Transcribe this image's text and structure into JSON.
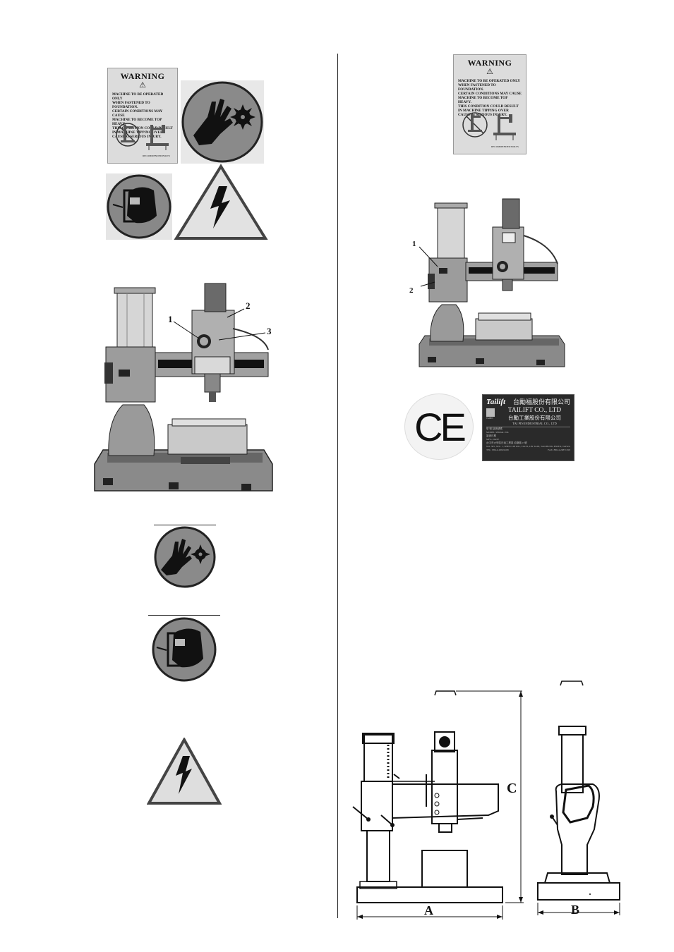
{
  "warning_label": {
    "title": "WARNING",
    "symbol": "⚠",
    "lines": [
      "MACHINE TO BE OPERATED ONLY",
      "WHEN FASTENED TO FOUNDATION.",
      "CERTAIN CONDITIONS MAY CAUSE",
      "MACHINE TO BECOME TOP HEAVY.",
      "THIS CONDITION COULD RESULT",
      "IN MACHINE TIPPING OVER",
      "CAUSING SERIOUS INJURY."
    ],
    "footer": "RECOMMENDED BOLTS"
  },
  "left_machine_callouts": [
    "1",
    "2",
    "3"
  ],
  "right_machine_callouts": [
    "1",
    "2"
  ],
  "ce_mark": "CE",
  "nameplate": {
    "logo": "Tailift",
    "company_cn": "台勵福股份有限公司",
    "company_en": "TAILIFT CO., LTD",
    "industrial_cn": "台勵工業股份有限公司",
    "industrial_en": "TAI PIN INDUSTRIAL CO., LTD",
    "side_word": "TAIPIN",
    "row1": "型 號      製造號碼",
    "row1_en": "MODEL            SERIAL NO.",
    "row2": "製造日期",
    "row2_en": "MFG. DATE",
    "address_cn": "台中市大甲區日南工業區 幼獅路 15號",
    "address_en": "NO. 305, SEC. 1, SHEN LIN RD., TACH, LIN TAIN, TAICHUNG HSIEN, TAIWAN, R.O.C.",
    "tel": "TEL: 886-4-26824168",
    "fax": "FAX: 886-4-26871818"
  },
  "dimensions": {
    "a": "A",
    "b": "B",
    "c": "C"
  },
  "icon_names": [
    "hand-gear-hazard-icon",
    "face-shield-icon",
    "electric-hazard-icon"
  ]
}
